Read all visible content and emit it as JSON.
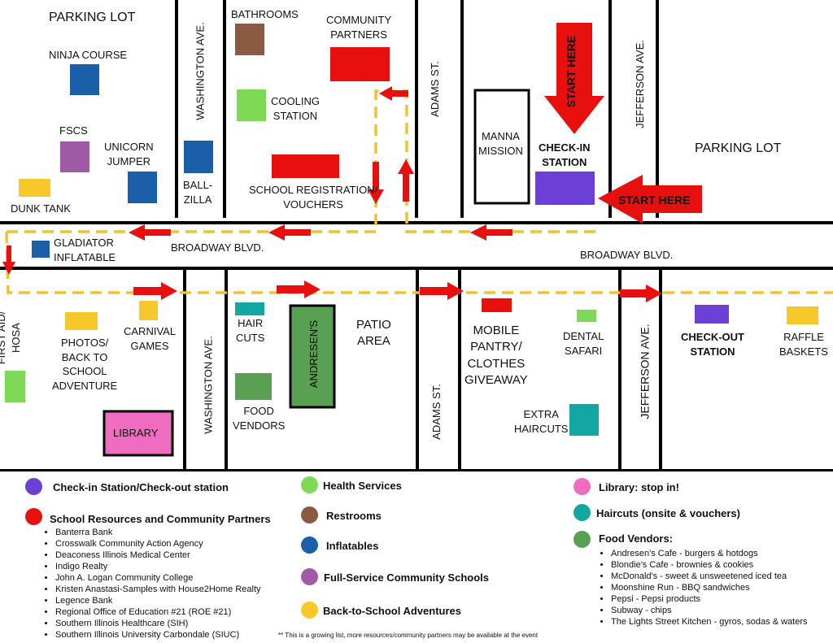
{
  "colors": {
    "checkin": "#6c3fd6",
    "school": "#e8100f",
    "health": "#7ed957",
    "restroom": "#8b5a42",
    "inflatable": "#1b5fa8",
    "fullservice": "#a05ba6",
    "backtoschool": "#f6c82a",
    "library": "#f06cc0",
    "haircut": "#12a8a1",
    "food": "#5aa053",
    "route": "#f1c232",
    "arrow": "#e8100f"
  },
  "streets": {
    "parking_left": "PARKING LOT",
    "parking_right": "PARKING LOT",
    "broadway_left": "BROADWAY BLVD.",
    "broadway_right": "BROADWAY BLVD.",
    "washington_top": "WASHINGTON  AVE.",
    "washington_bottom": "WASHINGTON  AVE.",
    "adams_top": "ADAMS ST.",
    "adams_bottom": "ADAMS ST.",
    "jefferson_top": "JEFFERSON AVE.",
    "jefferson_bottom": "JEFFERSON AVE."
  },
  "places": {
    "ninja": "NINJA COURSE",
    "fscs": "FSCS",
    "unicorn": "UNICORN\nJUMPER",
    "dunk": "DUNK TANK",
    "ballzilla": "BALL-\nZILLA",
    "bathrooms": "BATHROOMS",
    "cooling": "COOLING\nSTATION",
    "community": "COMMUNITY\nPARTNERS",
    "registration": "SCHOOL REGISTRATION/\nVOUCHERS",
    "manna": "MANNA\nMISSION",
    "checkin": "CHECK-IN\nSTATION",
    "start_top": "START HERE",
    "start_right": "START HERE",
    "gladiator": "GLADIATOR\nINFLATABLE",
    "firstaid": "FIRST AID/\nHOSA",
    "photos": "PHOTOS/\nBACK TO\nSCHOOL\nADVENTURE",
    "carnival": "CARNIVAL\nGAMES",
    "library": "LIBRARY",
    "haircuts": "HAIR\nCUTS",
    "food": "FOOD\nVENDORS",
    "andresens": "ANDRESEN'S",
    "patio": "PATIO\nAREA",
    "pantry": "MOBILE\nPANTRY/\nCLOTHES\nGIVEAWAY",
    "dental": "DENTAL\nSAFARI",
    "extra": "EXTRA\nHAIRCUTS",
    "checkout": "CHECK-OUT\nSTATION",
    "raffle": "RAFFLE\nBASKETS"
  },
  "legend": {
    "checkin": "Check-in Station/Check-out station",
    "school": "School Resources and Community Partners",
    "school_list": [
      "Banterra Bank",
      "Crosswalk Community Action Agency",
      "Deaconess Illinois Medical Center",
      "Indigo Realty",
      "John A. Logan Community College",
      "Kristen Anastasi-Samples with House2Home Realty",
      "Legence Bank",
      "Regional Office of Education #21 (ROE #21)",
      "Southern Illinois Healthcare (SIH)",
      "Southern Illinois University Carbondale (SIUC)"
    ],
    "health": "Health Services",
    "restrooms": "Restrooms",
    "inflatables": "Inflatables",
    "fullservice": "Full-Service Community Schools",
    "backtoschool": "Back-to-School Adventures",
    "library": "Library: stop in!",
    "haircuts": "Haircuts (onsite & vouchers)",
    "food": "Food Vendors:",
    "food_list": [
      "Andresen's Cafe - burgers & hotdogs",
      "Blondie's Cafe - brownies & cookies",
      "McDonald's - sweet & unsweetened iced tea",
      "Moonshine Run - BBQ sandwiches",
      "Pepsi - Pepsi products",
      "Subway - chips",
      "The Lights Street Kitchen - gyros, sodas & waters"
    ],
    "footnote": "** This is a growing list, more resources/community partners may be available at the event"
  }
}
